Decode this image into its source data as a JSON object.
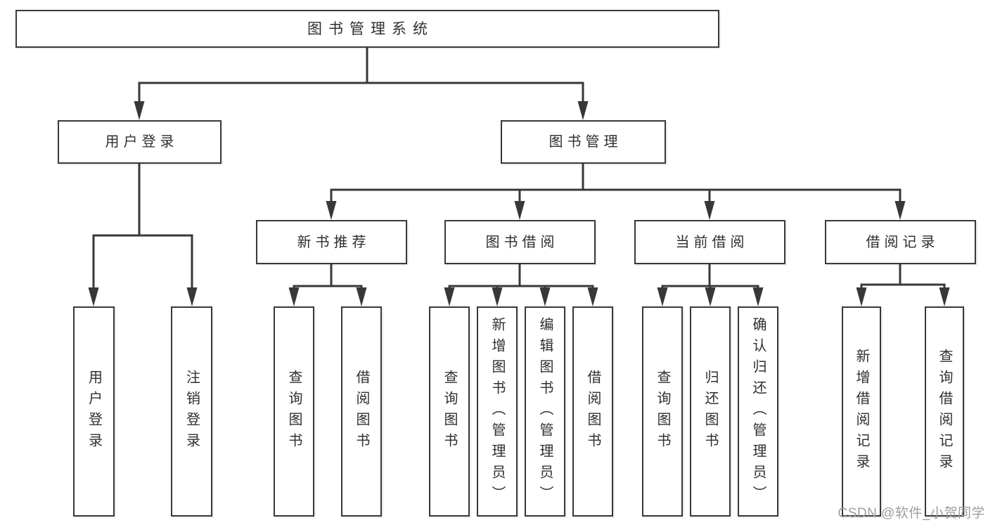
{
  "diagram": {
    "root": {
      "label": "图书管理系统"
    },
    "level2": [
      {
        "id": "user-login",
        "label": "用户登录",
        "parent": "图书管理系统"
      },
      {
        "id": "book-management",
        "label": "图书管理",
        "parent": "图书管理系统"
      }
    ],
    "level3": [
      {
        "id": "new-book-recommend",
        "label": "新书推荐",
        "parent": "图书管理"
      },
      {
        "id": "book-borrowing",
        "label": "图书借阅",
        "parent": "图书管理"
      },
      {
        "id": "current-borrowing",
        "label": "当前借阅",
        "parent": "图书管理"
      },
      {
        "id": "borrowing-records",
        "label": "借阅记录",
        "parent": "图书管理"
      }
    ],
    "leaves": [
      {
        "id": "user-login-leaf",
        "label": "用户登录",
        "parent": "用户登录"
      },
      {
        "id": "logout",
        "label": "注销登录",
        "parent": "用户登录"
      },
      {
        "id": "query-books-recommend",
        "label": "查询图书",
        "parent": "新书推荐"
      },
      {
        "id": "borrow-books-recommend",
        "label": "借阅图书",
        "parent": "新书推荐"
      },
      {
        "id": "query-books-borrowing",
        "label": "查询图书",
        "parent": "图书借阅"
      },
      {
        "id": "add-book-admin",
        "label": "新增图书（管理员）",
        "parent": "图书借阅"
      },
      {
        "id": "edit-book-admin",
        "label": "编辑图书（管理员）",
        "parent": "图书借阅"
      },
      {
        "id": "borrow-books-borrowing",
        "label": "借阅图书",
        "parent": "图书借阅"
      },
      {
        "id": "query-books-current",
        "label": "查询图书",
        "parent": "当前借阅"
      },
      {
        "id": "return-book",
        "label": "归还图书",
        "parent": "当前借阅"
      },
      {
        "id": "confirm-return-admin",
        "label": "确认归还（管理员）",
        "parent": "当前借阅"
      },
      {
        "id": "add-borrow-record",
        "label": "新增借阅记录",
        "parent": "借阅记录"
      },
      {
        "id": "query-borrow-record",
        "label": "查询借阅记录",
        "parent": "借阅记录"
      }
    ]
  },
  "watermark": {
    "text": "CSDN @软件_小贺同学"
  },
  "colors": {
    "line": "#383838",
    "box_border": "#383838",
    "text": "#2f2f2f",
    "background": "#ffffff",
    "watermark": "#9e9e9e"
  }
}
